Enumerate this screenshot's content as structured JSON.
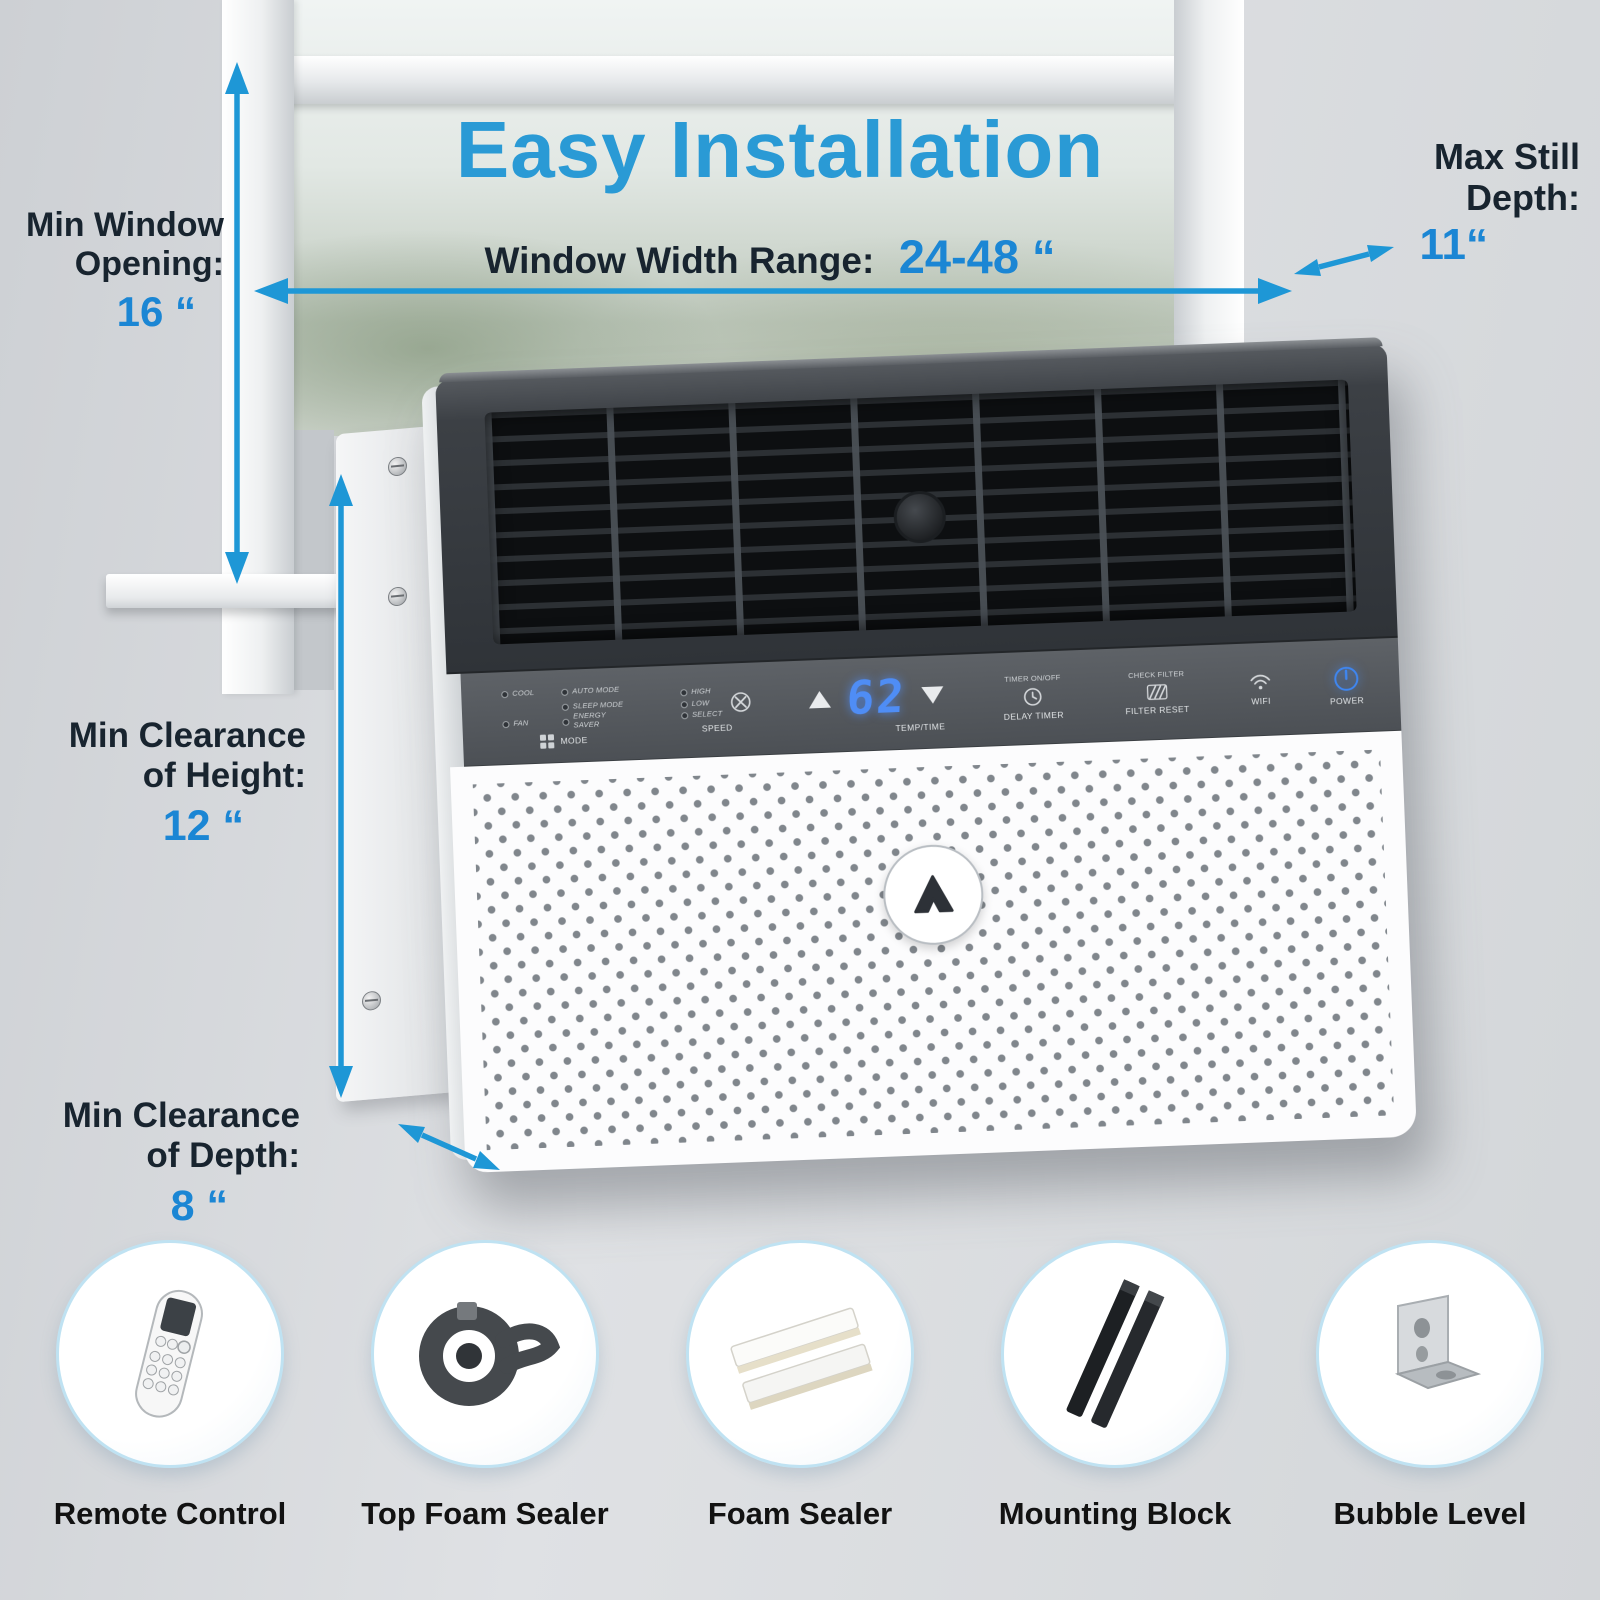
{
  "title": "Easy Installation",
  "annotations": {
    "min_window_opening": {
      "line1": "Min Window",
      "line2": "Opening:",
      "value": "16 “"
    },
    "window_width_range": {
      "label": "Window Width Range:",
      "value": "24-48 “"
    },
    "max_still_depth": {
      "line1": "Max Still",
      "line2": "Depth:",
      "value": "11“"
    },
    "min_clearance_height": {
      "line1": "Min Clearance",
      "line2": "of Height:",
      "value": "12 “"
    },
    "min_clearance_depth": {
      "line1": "Min Clearance",
      "line2": "of Depth:",
      "value": "8 “"
    }
  },
  "panel": {
    "cool": "COOL",
    "auto_mode": "AUTO MODE",
    "sleep_mode": "SLEEP MODE",
    "fan": "FAN",
    "energy_saver": "ENERGY SAVER",
    "mode": "MODE",
    "high": "HIGH",
    "low": "LOW",
    "select": "SELECT",
    "speed": "SPEED",
    "display": "62",
    "temp_time": "TEMP/TIME",
    "timer_on_off": "TIMER ON/OFF",
    "delay_timer": "DELAY TIMER",
    "check_filter": "CHECK FILTER",
    "filter_reset": "FILTER RESET",
    "wifi": "WIFI",
    "power": "POWER"
  },
  "accessories": [
    {
      "label": "Remote Control"
    },
    {
      "label": "Top Foam Sealer"
    },
    {
      "label": "Foam Sealer"
    },
    {
      "label": "Mounting Block"
    },
    {
      "label": "Bubble Level"
    }
  ],
  "colors": {
    "accent_blue": "#1e97d6",
    "title_blue": "#2a9ad5",
    "value_blue": "#1b86d4",
    "text_dark": "#18242f",
    "display_blue": "#4f8df5",
    "background_gray": "#d3d6d9"
  }
}
